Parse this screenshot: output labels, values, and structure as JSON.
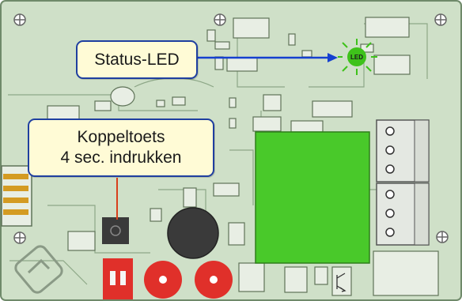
{
  "diagram": {
    "callouts": {
      "status_led": "Status-LED",
      "koppeltoets_line1": "Koppeltoets",
      "koppeltoets_line2": "4 sec. indrukken"
    },
    "led_label": "LED",
    "colors": {
      "board": "#cfe0c8",
      "trace": "#6f8a6a",
      "relay": "#49c92a",
      "potentiometer": "#e0302a",
      "buzzer": "#3a3a3a",
      "callout_fill": "#fffbd6",
      "callout_border": "#1f3fa0",
      "arrow": "#1540d0",
      "led_glow": "#3ec21a",
      "lead_line": "#d8401c"
    }
  }
}
